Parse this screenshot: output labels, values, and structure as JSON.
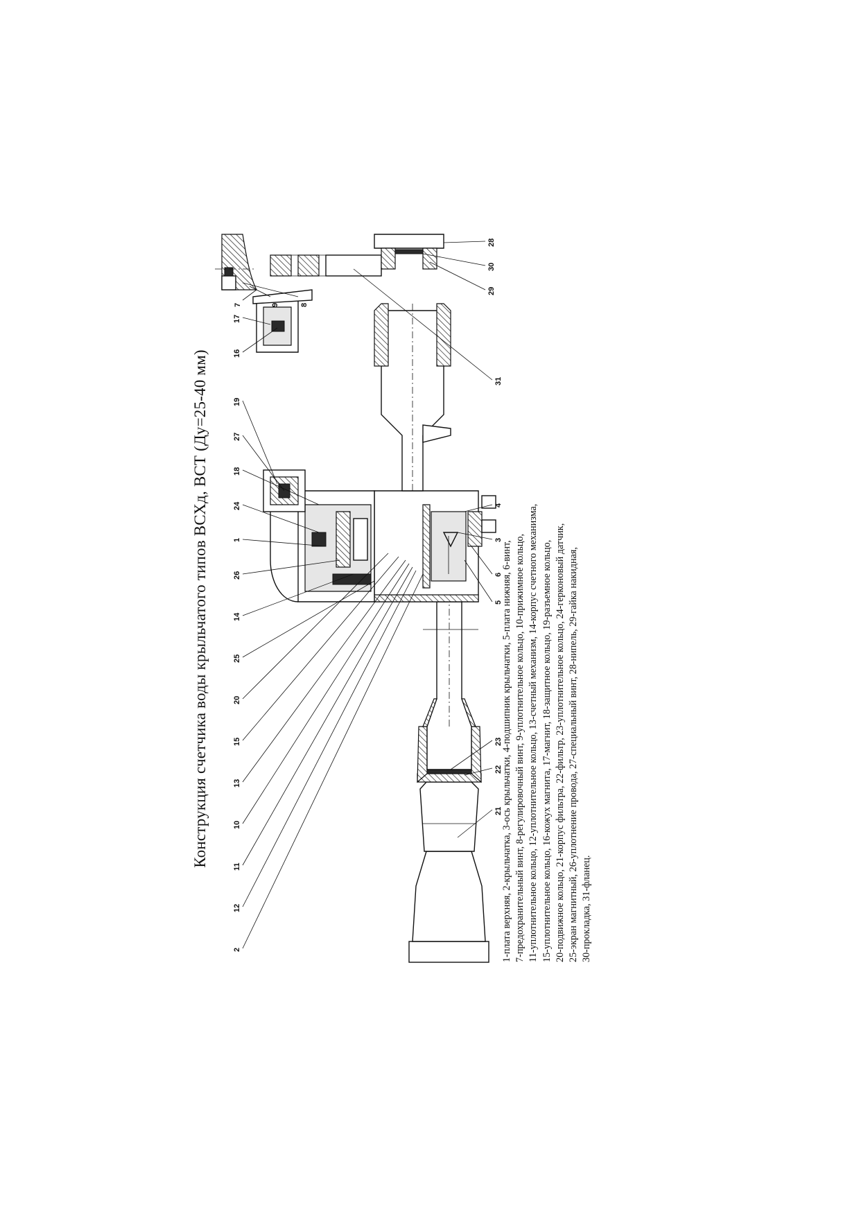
{
  "title": "Конструкция счетчика воды крыльчатого типов ВСХд, ВСТ (Ду=25-40 мм)",
  "legend_lines": [
    "1-плата верхняя, 2-крыльчатка, 3-ось крыльчатки, 4-подшипник крыльчатки, 5-плата нижняя, 6-винт,",
    "7-предохранительный винт, 8-регулировочный винт, 9-уплотнительное кольцо, 10-прижимное кольцо,",
    "11-уплотнительное кольцо, 12-уплотнительное кольцо, 13-счетный механизм, 14-корпус счетного механизма,",
    "15-уплотнительное кольцо, 16-кожух магнита, 17-магнит, 18-защитное кольцо, 19-разъемное кольцо,",
    "20-подвижное кольцо, 21-корпус фильтра, 22-фильтр, 23-уплотнительное кольцо, 24-герконовый датчик,",
    "25-экран магнитный, 26-уплотнение провода, 27-специальный винт, 28-нипель, 29-гайка накидная,",
    "30-прокладка, 31-фланец."
  ],
  "callouts": {
    "c2": "2",
    "c12": "12",
    "c11": "11",
    "c10": "10",
    "c13": "13",
    "c15": "15",
    "c20": "20",
    "c25": "25",
    "c14": "14",
    "c26": "26",
    "c1": "1",
    "c24": "24",
    "c18": "18",
    "c27": "27",
    "c19": "19",
    "c16": "16",
    "c17": "17",
    "c21": "21",
    "c22": "22",
    "c23": "23",
    "c5": "5",
    "c6": "6",
    "c3": "3",
    "c4": "4",
    "c31": "31",
    "c7": "7",
    "c9": "9",
    "c8": "8",
    "c29": "29",
    "c30": "30",
    "c28": "28"
  }
}
